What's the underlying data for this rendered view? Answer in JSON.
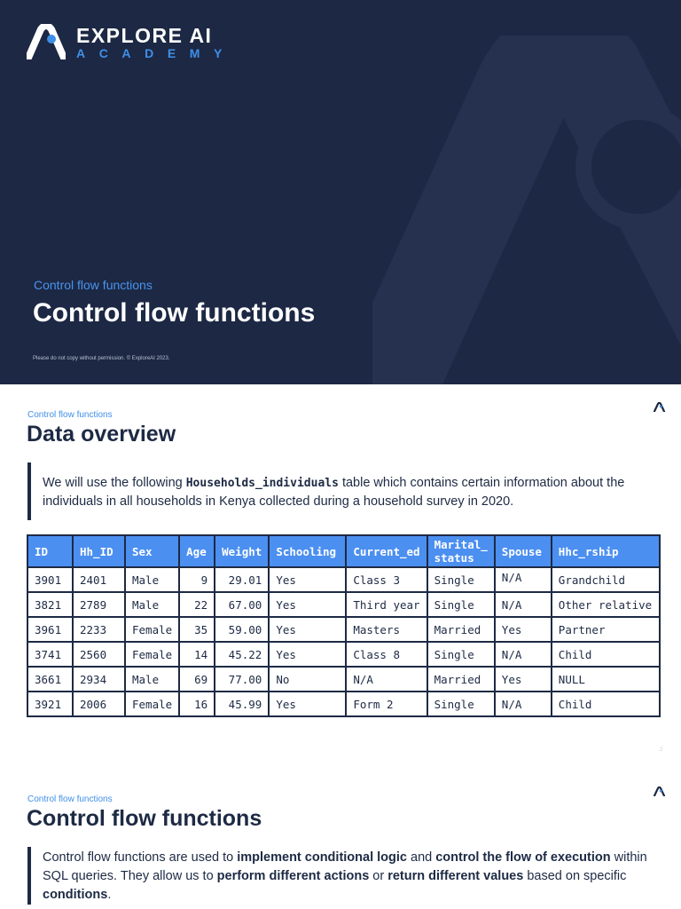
{
  "brand": {
    "line1": "EXPLORE AI",
    "line2": "ACADEMY",
    "colors": {
      "navy": "#1c2844",
      "accent": "#3f8fe8",
      "header_blue": "#4b8ff0"
    }
  },
  "cover": {
    "kicker": "Control flow functions",
    "title": "Control flow functions",
    "footer": "Please do not copy without permission. © ExploreAI 2023."
  },
  "slide2": {
    "kicker": "Control flow functions",
    "title": "Data overview",
    "intro_before": "We will use the following ",
    "intro_table_name": "Households_individuals",
    "intro_after": " table which contains certain information about the individuals in all households in Kenya collected during a household survey in 2020.",
    "page_number": "2",
    "table": {
      "headers": [
        "ID",
        "Hh_ID",
        "Sex",
        "Age",
        "Weight",
        "Schooling",
        "Current_ed",
        "Marital_ status",
        "Spouse",
        "Hhc_rship"
      ],
      "rows": [
        [
          "3901",
          "2401",
          "Male",
          "9",
          "29.01",
          "Yes",
          "Class 3",
          "Single",
          "N/A",
          "Grandchild"
        ],
        [
          "3821",
          "2789",
          "Male",
          "22",
          "67.00",
          "Yes",
          "Third year",
          "Single",
          "N/A",
          "Other relative"
        ],
        [
          "3961",
          "2233",
          "Female",
          "35",
          "59.00",
          "Yes",
          "Masters",
          "Married",
          "Yes",
          "Partner"
        ],
        [
          "3741",
          "2560",
          "Female",
          "14",
          "45.22",
          "Yes",
          "Class 8",
          "Single",
          "N/A",
          "Child"
        ],
        [
          "3661",
          "2934",
          "Male",
          "69",
          "77.00",
          "No",
          "N/A",
          "Married",
          "Yes",
          "NULL"
        ],
        [
          "3921",
          "2006",
          "Female",
          "16",
          "45.99",
          "Yes",
          "Form 2",
          "Single",
          "N/A",
          "Child"
        ]
      ]
    }
  },
  "slide3": {
    "kicker": "Control flow functions",
    "title": "Control flow functions",
    "p1": "Control flow functions are used to ",
    "b1": "implement conditional logic",
    "p2": " and ",
    "b2": "control the flow of execution",
    "p3": " within SQL queries. They allow us to ",
    "b3": "perform different actions",
    "p4": " or ",
    "b4": "return different values",
    "p5": " based on specific ",
    "b5": "conditions",
    "p6": "."
  }
}
